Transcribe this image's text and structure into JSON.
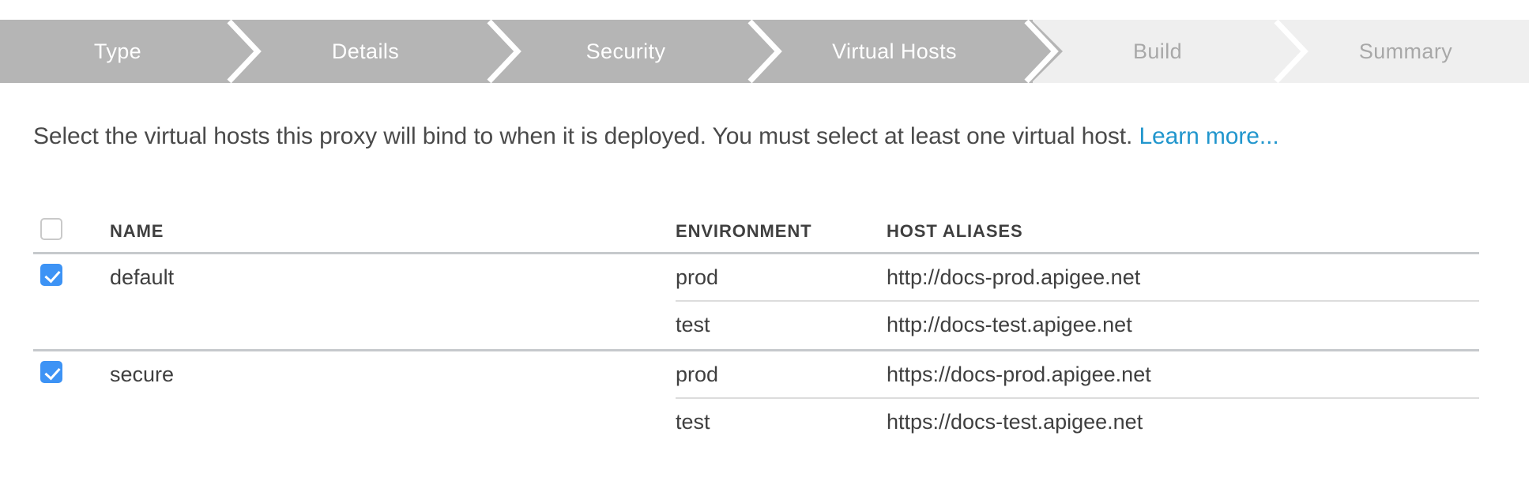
{
  "wizard": {
    "steps": [
      {
        "label": "Type",
        "state": "active"
      },
      {
        "label": "Details",
        "state": "active"
      },
      {
        "label": "Security",
        "state": "active"
      },
      {
        "label": "Virtual Hosts",
        "state": "active"
      },
      {
        "label": "Build",
        "state": "inactive"
      },
      {
        "label": "Summary",
        "state": "inactive"
      }
    ],
    "active_color": "#b5b5b5",
    "inactive_color": "#efefef",
    "active_text_color": "#ffffff",
    "inactive_text_color": "#a8a8a8"
  },
  "description": {
    "text": "Select the virtual hosts this proxy will bind to when it is deployed. You must select at least one virtual host. ",
    "link_label": "Learn more...",
    "link_color": "#2196cd"
  },
  "table": {
    "headers": {
      "name": "NAME",
      "environment": "ENVIRONMENT",
      "host_aliases": "HOST ALIASES"
    },
    "select_all_checked": false,
    "checkbox_color": "#3d93f5",
    "groups": [
      {
        "name": "default",
        "checked": true,
        "rows": [
          {
            "environment": "prod",
            "host_alias": "http://docs-prod.apigee.net"
          },
          {
            "environment": "test",
            "host_alias": "http://docs-test.apigee.net"
          }
        ]
      },
      {
        "name": "secure",
        "checked": true,
        "rows": [
          {
            "environment": "prod",
            "host_alias": "https://docs-prod.apigee.net"
          },
          {
            "environment": "test",
            "host_alias": "https://docs-test.apigee.net"
          }
        ]
      }
    ]
  }
}
